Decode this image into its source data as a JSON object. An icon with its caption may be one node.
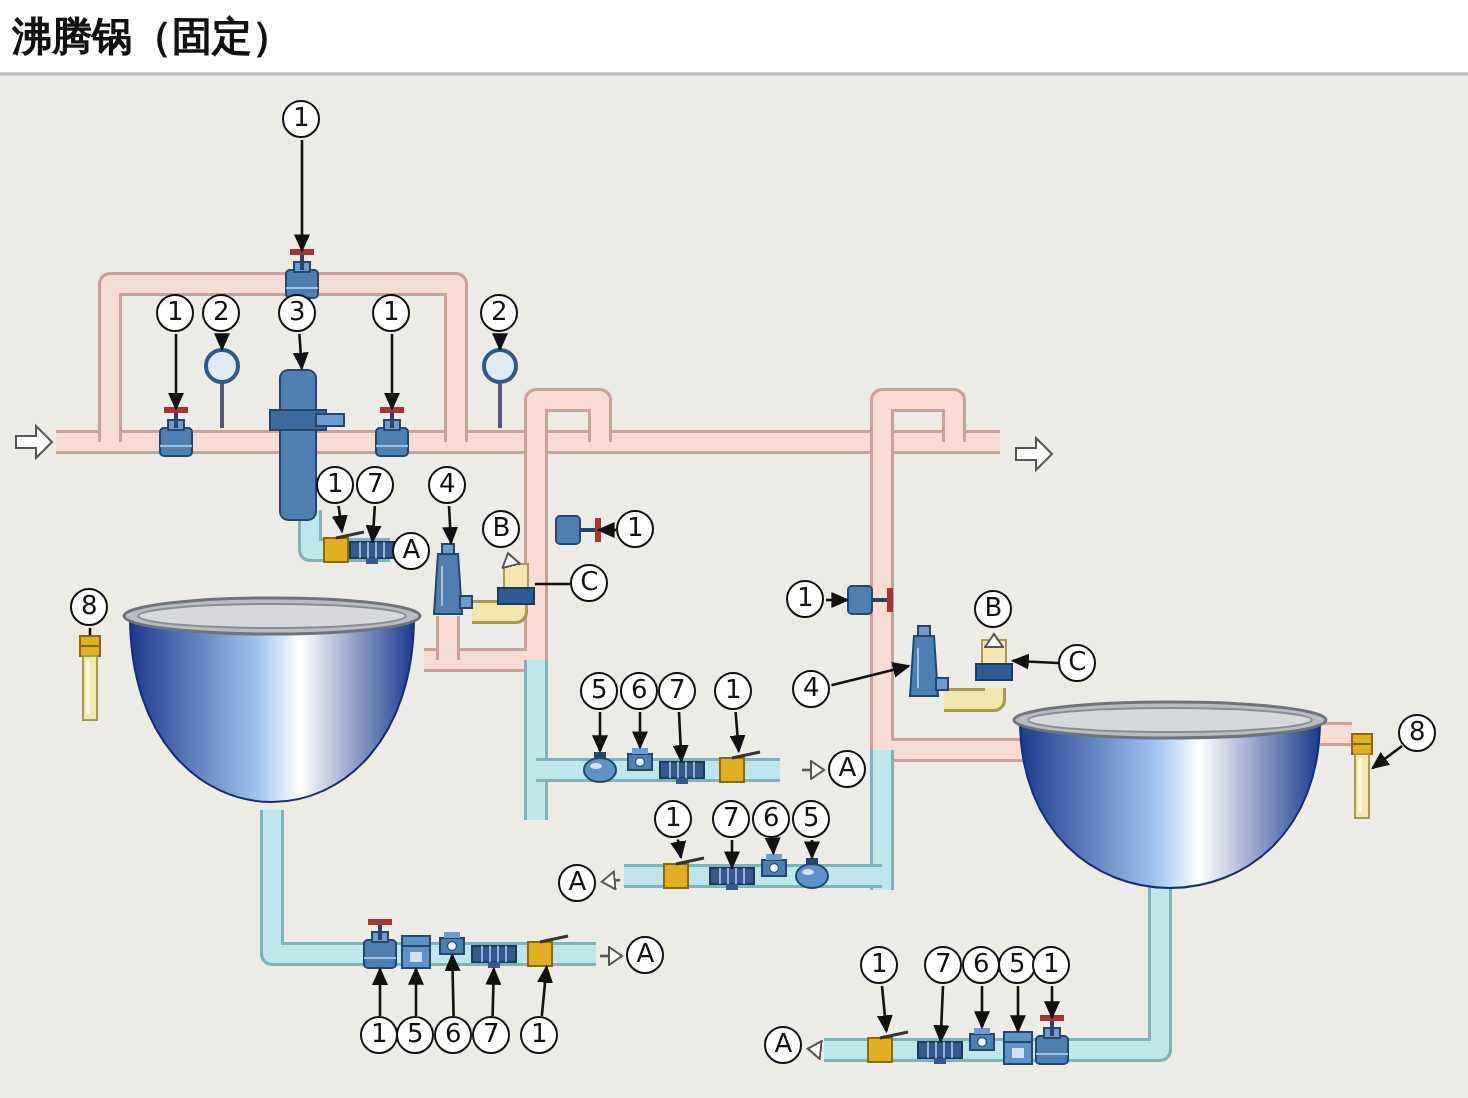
{
  "diagram": {
    "title": "沸腾锅（固定）",
    "nodes": [
      {
        "text": [
          "1"
        ]
      },
      {
        "text": [
          "1"
        ]
      },
      {
        "text": [
          "2"
        ]
      },
      {
        "text": [
          "3"
        ]
      },
      {
        "text": [
          "1"
        ]
      },
      {
        "text": [
          "2"
        ]
      },
      {
        "text": [
          "1"
        ]
      },
      {
        "text": [
          "7"
        ]
      },
      {
        "text": [
          "A"
        ]
      },
      {
        "text": [
          "4"
        ]
      },
      {
        "text": [
          "B"
        ]
      },
      {
        "text": [
          "1"
        ]
      },
      {
        "text": [
          "C"
        ]
      },
      {
        "text": [
          "8"
        ]
      },
      {
        "text": [
          "1"
        ]
      },
      {
        "text": [
          "B"
        ]
      },
      {
        "text": [
          "C"
        ]
      },
      {
        "text": [
          "4"
        ]
      },
      {
        "text": [
          "8"
        ]
      },
      {
        "text": [
          "5"
        ]
      },
      {
        "text": [
          "6"
        ]
      },
      {
        "text": [
          "7"
        ]
      },
      {
        "text": [
          "1"
        ]
      },
      {
        "text": [
          "A"
        ]
      },
      {
        "text": [
          "1"
        ]
      },
      {
        "text": [
          "7"
        ]
      },
      {
        "text": [
          "6"
        ]
      },
      {
        "text": [
          "5"
        ]
      },
      {
        "text": [
          "A"
        ]
      },
      {
        "text": [
          "A"
        ]
      },
      {
        "text": [
          "1"
        ]
      },
      {
        "text": [
          "5"
        ]
      },
      {
        "text": [
          "6"
        ]
      },
      {
        "text": [
          "7"
        ]
      },
      {
        "text": [
          "1"
        ]
      },
      {
        "text": [
          "1"
        ]
      },
      {
        "text": [
          "7"
        ]
      },
      {
        "text": [
          "6"
        ]
      },
      {
        "text": [
          "5"
        ]
      },
      {
        "text": [
          "1"
        ]
      },
      {
        "text": [
          "A"
        ]
      },
      {
        "text": [],
        "shape": "picture"
      },
      {
        "text": [],
        "shape": "picture"
      },
      {
        "text": [],
        "shape": "picture"
      },
      {
        "text": [],
        "shape": "picture"
      },
      {
        "text": [],
        "shape": "picture"
      },
      {
        "text": [],
        "shape": "picture"
      },
      {
        "text": [],
        "shape": "picture"
      },
      {
        "text": [],
        "shape": "picture"
      },
      {
        "text": [],
        "shape": "picture"
      },
      {
        "text": [],
        "shape": "picture"
      },
      {
        "text": [],
        "shape": "picture"
      },
      {
        "text": [],
        "shape": "picture"
      },
      {
        "text": [],
        "shape": "picture"
      },
      {
        "text": [],
        "shape": "picture"
      },
      {
        "text": [],
        "shape": "picture"
      },
      {
        "text": [],
        "shape": "picture"
      },
      {
        "text": [],
        "shape": "picture"
      },
      {
        "text": [],
        "shape": "picture"
      },
      {
        "text": [],
        "shape": "picture"
      },
      {
        "text": [],
        "shape": "picture"
      },
      {
        "text": [],
        "shape": "picture"
      },
      {
        "text": [],
        "shape": "picture"
      },
      {
        "text": [],
        "shape": "picture"
      },
      {
        "text": [],
        "shape": "picture"
      },
      {
        "text": [],
        "shape": "picture"
      },
      {
        "text": [],
        "shape": "picture"
      },
      {
        "text": [],
        "shape": "picture"
      },
      {
        "text": [],
        "shape": "picture"
      },
      {
        "text": [],
        "shape": "picture"
      },
      {
        "text": [],
        "shape": "picture"
      },
      {
        "text": [],
        "shape": "picture"
      },
      {
        "text": [],
        "shape": "picture"
      },
      {
        "text": [],
        "shape": "picture"
      },
      {
        "text": [],
        "shape": "picture"
      }
    ],
    "edges": [
      {
        "from": 0,
        "to": 41,
        "arrow": "to"
      },
      {
        "from": 1,
        "to": 42,
        "arrow": "to"
      },
      {
        "from": 2,
        "to": 43,
        "arrow": "to"
      },
      {
        "from": 3,
        "to": 44,
        "arrow": "to"
      },
      {
        "from": 4,
        "to": 45,
        "arrow": "to"
      },
      {
        "from": 5,
        "to": 46,
        "arrow": "to"
      },
      {
        "from": 6,
        "to": 47,
        "arrow": "to"
      },
      {
        "from": 7,
        "to": 48,
        "arrow": "to"
      },
      {
        "from": 9,
        "to": 49,
        "arrow": "to"
      },
      {
        "from": 11,
        "to": 50,
        "arrow": "to"
      },
      {
        "from": 12,
        "to": 51,
        "arrow": "none"
      },
      {
        "from": 13,
        "to": 52,
        "arrow": "none"
      },
      {
        "from": 14,
        "to": 53,
        "arrow": "to"
      },
      {
        "from": 16,
        "to": 54,
        "arrow": "to"
      },
      {
        "from": 17,
        "to": 55,
        "arrow": "to"
      },
      {
        "from": 18,
        "to": 56,
        "arrow": "to"
      },
      {
        "from": 19,
        "to": 57,
        "arrow": "to"
      },
      {
        "from": 20,
        "to": 58,
        "arrow": "to"
      },
      {
        "from": 21,
        "to": 59,
        "arrow": "to"
      },
      {
        "from": 22,
        "to": 60,
        "arrow": "to"
      },
      {
        "from": 24,
        "to": 61,
        "arrow": "to"
      },
      {
        "from": 25,
        "to": 62,
        "arrow": "to"
      },
      {
        "from": 26,
        "to": 63,
        "arrow": "to"
      },
      {
        "from": 27,
        "to": 64,
        "arrow": "to"
      },
      {
        "from": 30,
        "to": 65,
        "arrow": "to"
      },
      {
        "from": 31,
        "to": 66,
        "arrow": "to"
      },
      {
        "from": 32,
        "to": 67,
        "arrow": "to"
      },
      {
        "from": 33,
        "to": 68,
        "arrow": "to"
      },
      {
        "from": 34,
        "to": 69,
        "arrow": "to"
      },
      {
        "from": 35,
        "to": 70,
        "arrow": "to"
      },
      {
        "from": 36,
        "to": 71,
        "arrow": "to"
      },
      {
        "from": 37,
        "to": 72,
        "arrow": "to"
      },
      {
        "from": 38,
        "to": 73,
        "arrow": "to"
      },
      {
        "from": 39,
        "to": 74,
        "arrow": "to"
      },
      {
        "from": 51,
        "to": 10,
        "arrow": "to"
      },
      {
        "from": 54,
        "to": 15,
        "arrow": "to"
      },
      {
        "from": null,
        "to": 23,
        "arrow": "to"
      },
      {
        "from": null,
        "to": 28,
        "arrow": "to"
      },
      {
        "from": null,
        "to": 29,
        "arrow": "to"
      },
      {
        "from": null,
        "to": 40,
        "arrow": "to"
      }
    ]
  }
}
